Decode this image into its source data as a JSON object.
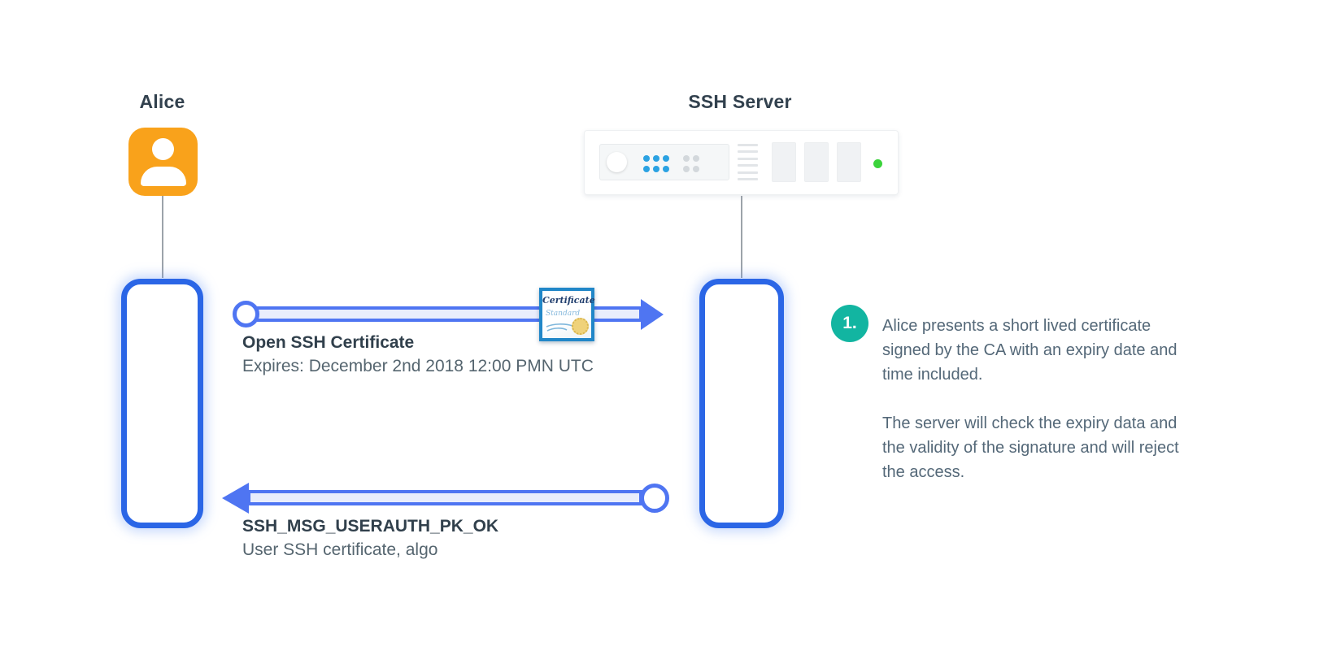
{
  "diagram": {
    "actors": {
      "alice": {
        "label": "Alice",
        "icon": "person-icon"
      },
      "server": {
        "label": "SSH Server",
        "icon": "server-icon",
        "status_led": "green"
      }
    },
    "messages": {
      "m1": {
        "title": "Open SSH Certificate",
        "subtitle": "Expires: December 2nd 2018 12:00 PMN UTC",
        "direction": "right",
        "attachment": "certificate-icon"
      },
      "m2": {
        "title": "SSH_MSG_USERAUTH_PK_OK",
        "subtitle": "User SSH certificate, algo",
        "direction": "left"
      }
    },
    "certificate": {
      "line1": "Certificate",
      "line2": "Standard"
    },
    "annotation": {
      "number": "1.",
      "para1": "Alice presents a short lived certificate\nsigned by the CA with an expiry date and\ntime included.",
      "para2": "The server will check the expiry data and\nthe validity of the signature and will reject\nthe access."
    },
    "colors": {
      "actor_orange": "#F9A21B",
      "activation_blue": "#2B66E6",
      "arrow_blue": "#4F75F2",
      "arrow_fill": "#E9EDFC",
      "badge_teal": "#12B5A1",
      "led_green": "#3BD33B",
      "server_dot_blue": "#2BA2E2",
      "title_text": "#32414E",
      "body_text": "#546878"
    }
  }
}
